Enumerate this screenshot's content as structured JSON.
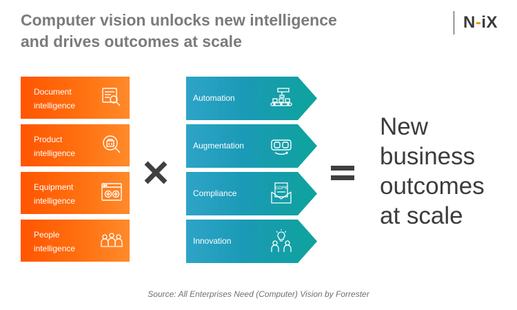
{
  "title": {
    "line1": "Computer vision unlocks new intelligence",
    "line2": "and drives outcomes at scale"
  },
  "logo": {
    "n": "N",
    "dash": "-",
    "ix": "iX",
    "brand_color": "#f39200"
  },
  "left_items": [
    {
      "line1": "Document",
      "line2": "intelligence",
      "icon": "document-search-icon"
    },
    {
      "line1": "Product",
      "line2": "intelligence",
      "icon": "product-magnifier-icon"
    },
    {
      "line1": "Equipment",
      "line2": "intelligence",
      "icon": "equipment-gears-icon"
    },
    {
      "line1": "People",
      "line2": "intelligence",
      "icon": "people-group-icon"
    }
  ],
  "right_items": [
    {
      "label": "Automation",
      "icon": "conveyor-robot-icon"
    },
    {
      "label": "Augmentation",
      "icon": "vr-headset-icon"
    },
    {
      "label": "Compliance",
      "icon": "gdpr-envelope-icon"
    },
    {
      "label": "Innovation",
      "icon": "idea-people-icon"
    }
  ],
  "operators": {
    "multiply": "multiply-icon",
    "equals": "equals-icon"
  },
  "outcome": {
    "line1": "New",
    "line2": "business",
    "line3": "outcomes",
    "line4": "at scale"
  },
  "source": "Source: All Enterprises Need (Computer) Vision by Forrester",
  "colors": {
    "orange": "#ff6a10",
    "teal": "#1a9ab5",
    "title_gray": "#7b7b7b"
  }
}
